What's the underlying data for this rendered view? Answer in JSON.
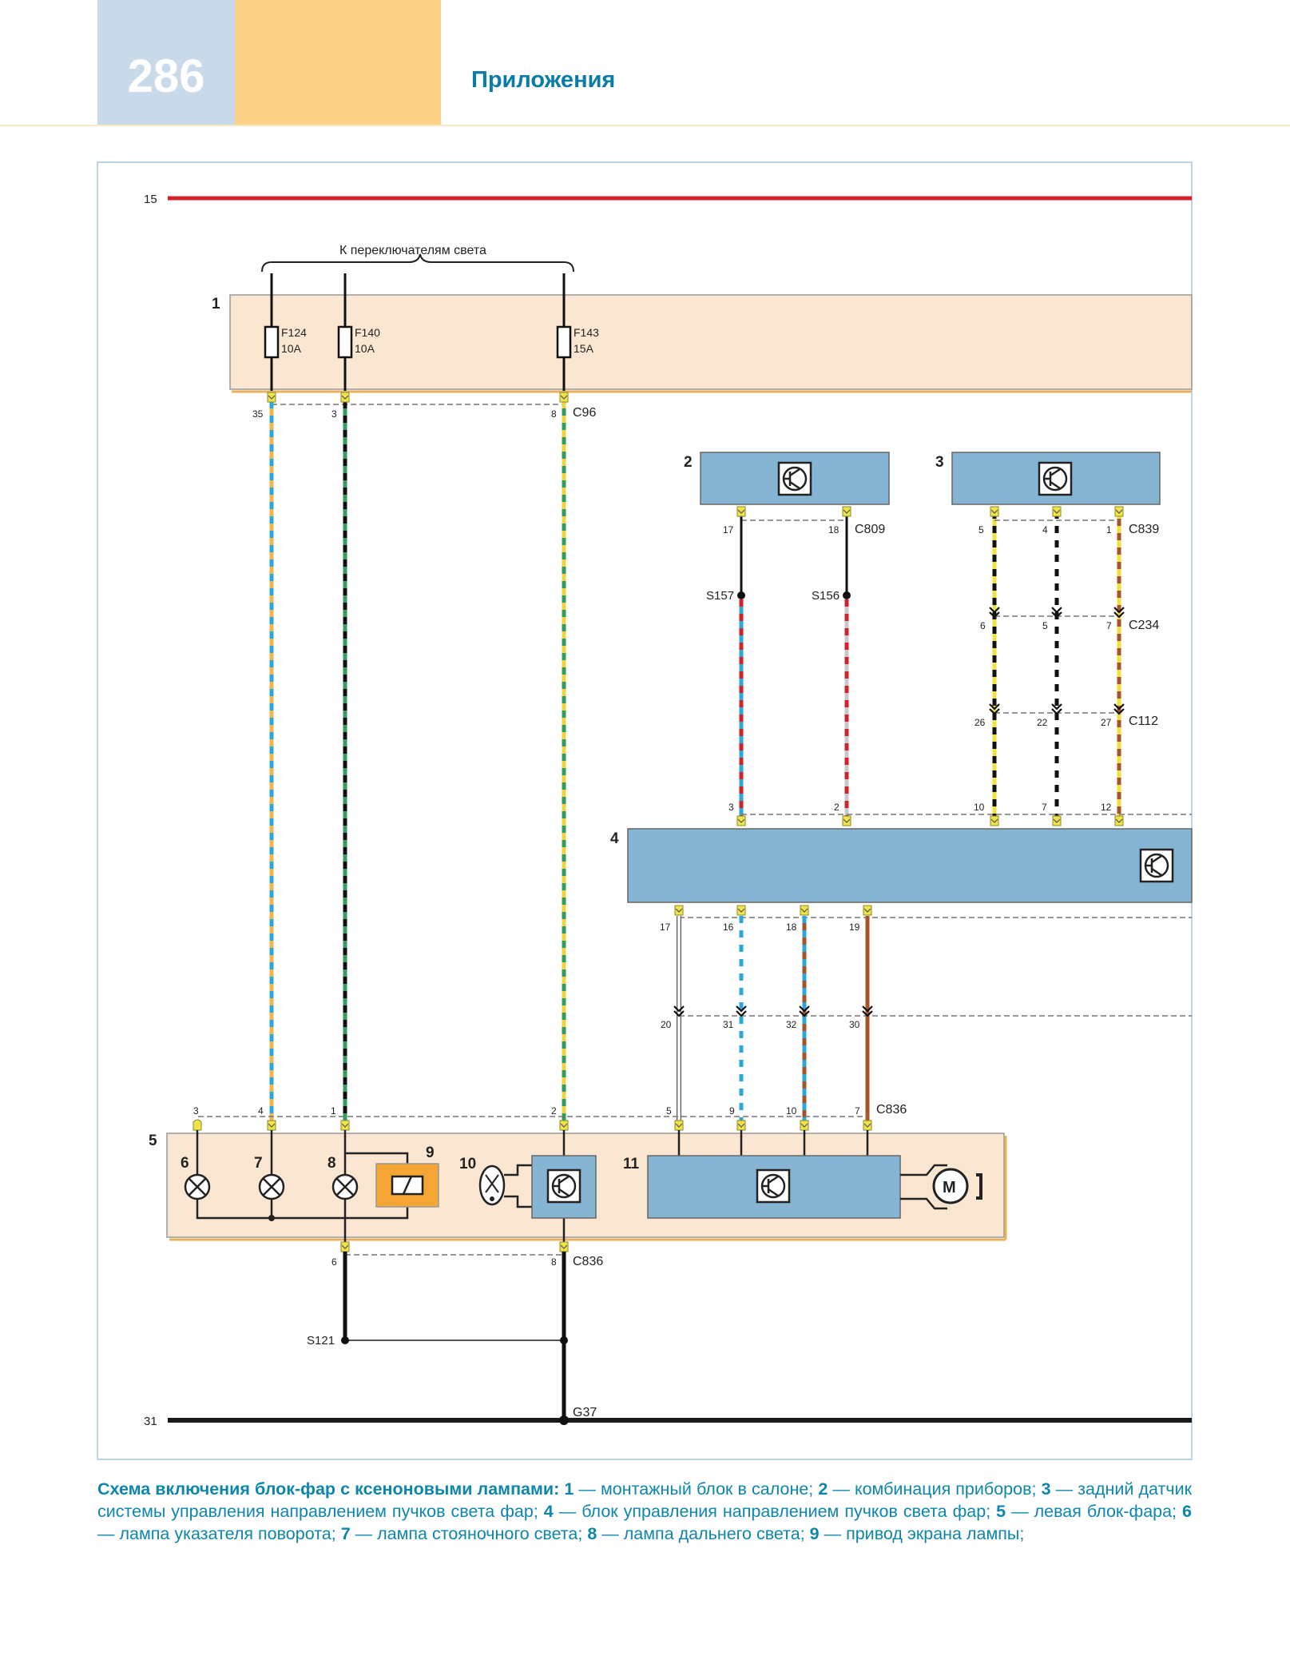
{
  "header": {
    "page_number": "286",
    "section_title": "Приложения"
  },
  "diagram": {
    "rails": {
      "top": "15",
      "bottom": "31"
    },
    "bracket_label": "К переключателям света",
    "components": {
      "c1": "1",
      "c2": "2",
      "c3": "3",
      "c4": "4",
      "c5": "5",
      "c6": "6",
      "c7": "7",
      "c8": "8",
      "c9": "9",
      "c10": "10",
      "c11": "11"
    },
    "fuses": [
      {
        "name": "F124",
        "rating": "10A"
      },
      {
        "name": "F140",
        "rating": "10A"
      },
      {
        "name": "F143",
        "rating": "15A"
      }
    ],
    "connectors": {
      "c96": "C96",
      "c809": "C809",
      "c839": "C839",
      "c234": "C234",
      "c112": "C112",
      "c836_top": "C836",
      "c836_bottom": "C836",
      "g37": "G37"
    },
    "splices": {
      "s157": "S157",
      "s156": "S156",
      "s121": "S121"
    },
    "pins": {
      "c96_f124": "35",
      "c96_f140": "3",
      "c96_f143": "8",
      "c809_left": "17",
      "c809_right": "18",
      "c839_a": "5",
      "c839_b": "4",
      "c839_c": "1",
      "c234_a": "6",
      "c234_b": "5",
      "c234_c": "7",
      "c112_a": "26",
      "c112_b": "22",
      "c112_c": "27",
      "m4_in_a": "3",
      "m4_in_b": "2",
      "m4_in_c": "10",
      "m4_in_d": "7",
      "m4_in_e": "12",
      "m4_out_a": "17",
      "m4_out_b": "16",
      "m4_out_c": "18",
      "m4_out_d": "19",
      "mid_a": "20",
      "mid_b": "31",
      "mid_c": "32",
      "mid_d": "30",
      "c836_a": "3",
      "c836_b": "4",
      "c836_c": "1",
      "c836_d": "2",
      "c836_e": "5",
      "c836_f": "9",
      "c836_g": "10",
      "c836_h": "7",
      "c836_bot_a": "6",
      "c836_bot_b": "8"
    },
    "motor_label": "M",
    "colors": {
      "rail_15": "#d3202a",
      "rail_31": "#1a1a1a",
      "fuse_block": "#fbe6d1",
      "module": "#86b4d3",
      "shutter": "#f4a534",
      "connector": "#f0e34a"
    }
  },
  "caption": {
    "title": "Схема включения блок-фар с ксеноновыми лампами:",
    "items": [
      {
        "num": "1",
        "text": " — монтажный блок в салоне; "
      },
      {
        "num": "2",
        "text": " — комбинация приборов; "
      },
      {
        "num": "3",
        "text": " — задний датчик системы управления направлением пучков света фар; "
      },
      {
        "num": "4",
        "text": " — блок управления направлением пучков света фар; "
      },
      {
        "num": "5",
        "text": " — левая блок-фара; "
      },
      {
        "num": "6",
        "text": " — лампа указателя поворота; "
      },
      {
        "num": "7",
        "text": " — лампа стояночного света; "
      },
      {
        "num": "8",
        "text": " — лампа дальнего света; "
      },
      {
        "num": "9",
        "text": " — привод экрана лампы;"
      }
    ]
  }
}
